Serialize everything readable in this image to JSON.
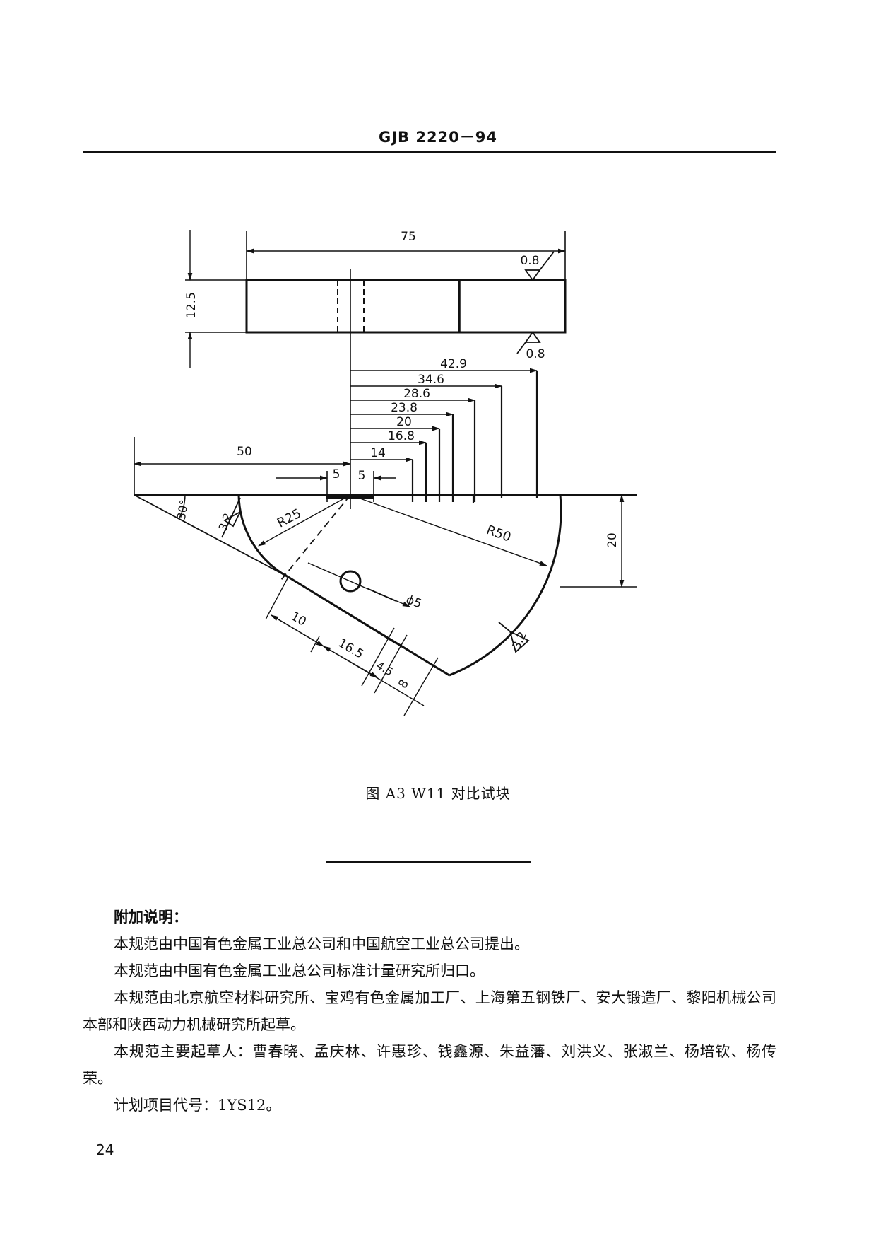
{
  "header": {
    "standard_code": "GJB 2220－94"
  },
  "figure": {
    "caption": "图 A3 W11 对比试块",
    "dimensions": {
      "width_75": "75",
      "thickness_12_5": "12.5",
      "roughness_top": "0.8",
      "roughness_bottom": "0.8",
      "d_42_9": "42.9",
      "d_34_6": "34.6",
      "d_28_6": "28.6",
      "d_23_8": "23.8",
      "d_20": "20",
      "d_16_8": "16.8",
      "d_14": "14",
      "d_50": "50",
      "d_5_left": "5",
      "d_5_right": "5",
      "angle_30": "30°",
      "roughness_left": "3.2",
      "radius_25": "R25",
      "radius_50": "R50",
      "height_20": "20",
      "hole_dia": "ϕ5",
      "d_10": "10",
      "d_16_5": "16.5",
      "d_4_5": "4.5",
      "d_8": "8",
      "roughness_arc": "3.2"
    }
  },
  "notes": {
    "heading": "附加说明：",
    "paragraphs": [
      "本规范由中国有色金属工业总公司和中国航空工业总公司提出。",
      "本规范由中国有色金属工业总公司标准计量研究所归口。",
      "本规范由北京航空材料研究所、宝鸡有色金属加工厂、上海第五钢铁厂、安大锻造厂、黎阳机械公司本部和陕西动力机械研究所起草。",
      "本规范主要起草人：曹春晓、孟庆林、许惠珍、钱鑫源、朱益藩、刘洪义、张淑兰、杨培钦、杨传荣。",
      "计划项目代号：1YS12。"
    ]
  },
  "page_number": "24"
}
